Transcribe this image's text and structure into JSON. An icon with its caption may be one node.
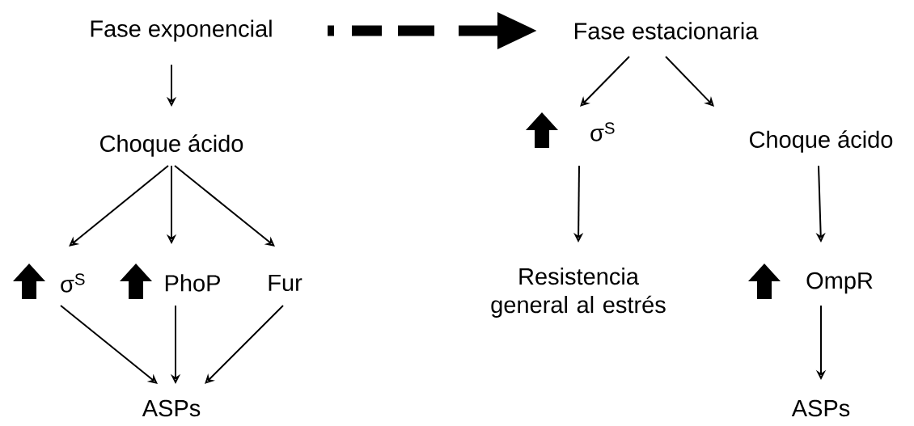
{
  "diagram": {
    "nodes": [
      {
        "text": [
          "Fase exponencial"
        ]
      },
      {
        "text": [
          "Fase estacionaria"
        ]
      },
      {
        "text": [
          "Choque ácido"
        ]
      },
      {
        "text": [
          "σ$^{S}$"
        ]
      },
      {
        "text": [
          "PhoP"
        ]
      },
      {
        "text": [
          "Fur"
        ]
      },
      {
        "text": [
          "ASPs"
        ]
      },
      {
        "text": [
          "σ$^{S}$"
        ]
      },
      {
        "text": [
          "Choque ácido"
        ]
      },
      {
        "text": [
          "Resistencia general al estrés"
        ]
      },
      {
        "text": [
          "OmpR"
        ]
      },
      {
        "text": [
          "ASPs"
        ]
      }
    ],
    "edges": [
      {
        "from": 0,
        "to": 1,
        "arrow": "to",
        "style": "dashed"
      },
      {
        "from": 0,
        "to": 2,
        "arrow": "to"
      },
      {
        "from": 2,
        "to": 3,
        "arrow": "to"
      },
      {
        "from": 2,
        "to": 4,
        "arrow": "to"
      },
      {
        "from": 2,
        "to": 5,
        "arrow": "to"
      },
      {
        "from": 3,
        "to": 6,
        "arrow": "to"
      },
      {
        "from": 4,
        "to": 6,
        "arrow": "to"
      },
      {
        "from": 5,
        "to": 6,
        "arrow": "to"
      },
      {
        "from": 1,
        "to": 7,
        "arrow": "to"
      },
      {
        "from": 1,
        "to": 8,
        "arrow": "to"
      },
      {
        "from": 7,
        "to": 9,
        "arrow": "to"
      },
      {
        "from": 8,
        "to": 10,
        "arrow": "to"
      },
      {
        "from": 10,
        "to": 11,
        "arrow": "to"
      }
    ]
  }
}
